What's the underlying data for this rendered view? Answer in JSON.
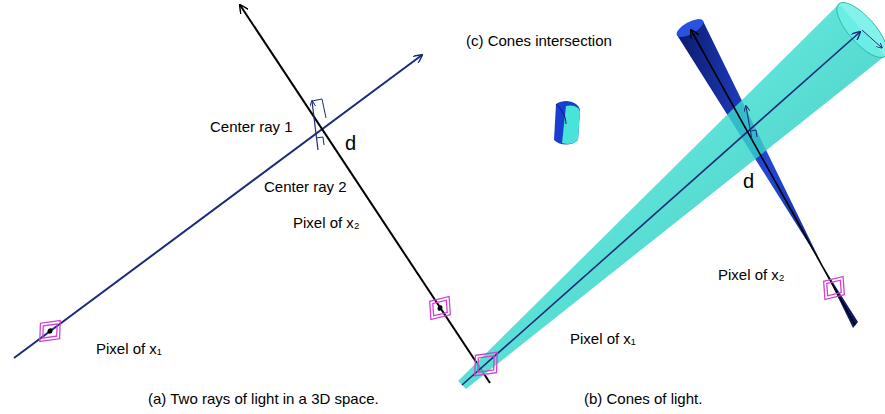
{
  "diagram": {
    "labels": [
      "Center ray 1",
      "d",
      "Center ray 2",
      "Pixel of x₂",
      "Pixel of x₁",
      "(a) Two rays of light in a 3D space.",
      "(c) Cones intersection",
      "d",
      "Pixel of x₂",
      "Pixel of x₁",
      "(b) Cones of light."
    ]
  }
}
